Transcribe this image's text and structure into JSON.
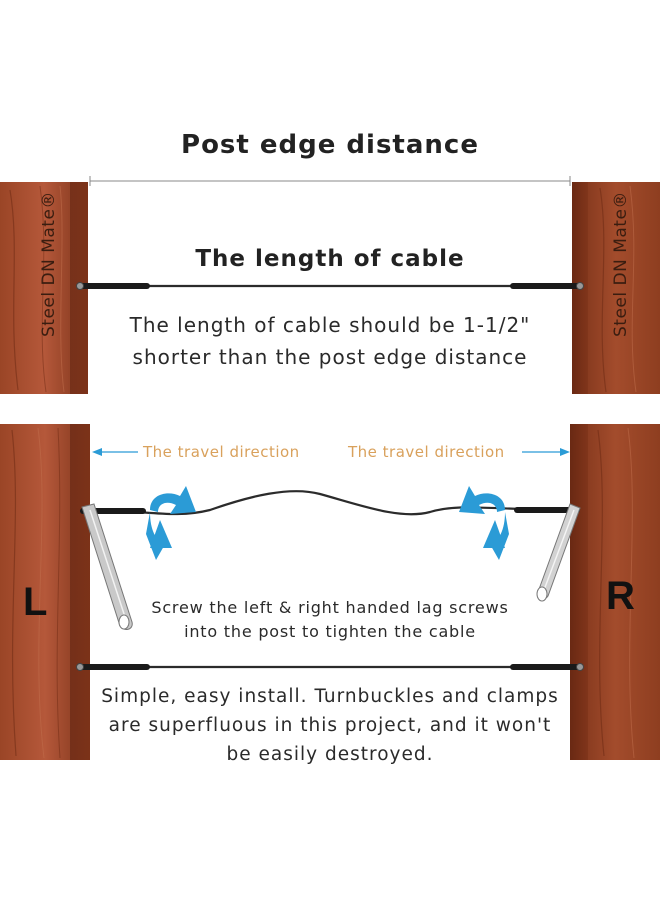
{
  "header": {
    "title": "Post edge distance"
  },
  "cable": {
    "title": "The length of cable",
    "note_line1": "The length of cable should be 1-1/2\"",
    "note_line2": "shorter than the post edge distance"
  },
  "brand": {
    "left": "Steel DN Mate®",
    "right": "Steel DN Mate®"
  },
  "install": {
    "travel_left": "The travel direction",
    "travel_right": "The travel direction",
    "screw_line1": "Screw the left & right handed lag screws",
    "screw_line2": "into the post to tighten the cable",
    "post_left_letter": "L",
    "post_right_letter": "R"
  },
  "footer": {
    "line1": "Simple, easy install. Turnbuckles and clamps",
    "line2": "are superfluous in this project, and it won't",
    "line3": "be easily destroyed."
  },
  "colors": {
    "wood": "#8a3a1e",
    "wood_dark": "#6e2a14",
    "arrow_blue": "#2b9bd6",
    "travel_text": "#d9a15c"
  }
}
